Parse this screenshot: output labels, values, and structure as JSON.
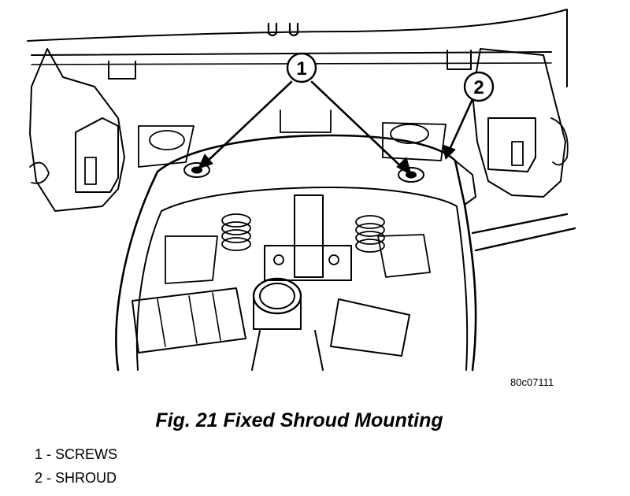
{
  "figure": {
    "code": "80c07111",
    "caption": "Fig. 21 Fixed Shroud Mounting"
  },
  "callouts": [
    {
      "number": "1",
      "label": "SCREWS"
    },
    {
      "number": "2",
      "label": "SHROUD"
    }
  ],
  "legend": [
    "1 - SCREWS",
    "2 - SHROUD"
  ]
}
